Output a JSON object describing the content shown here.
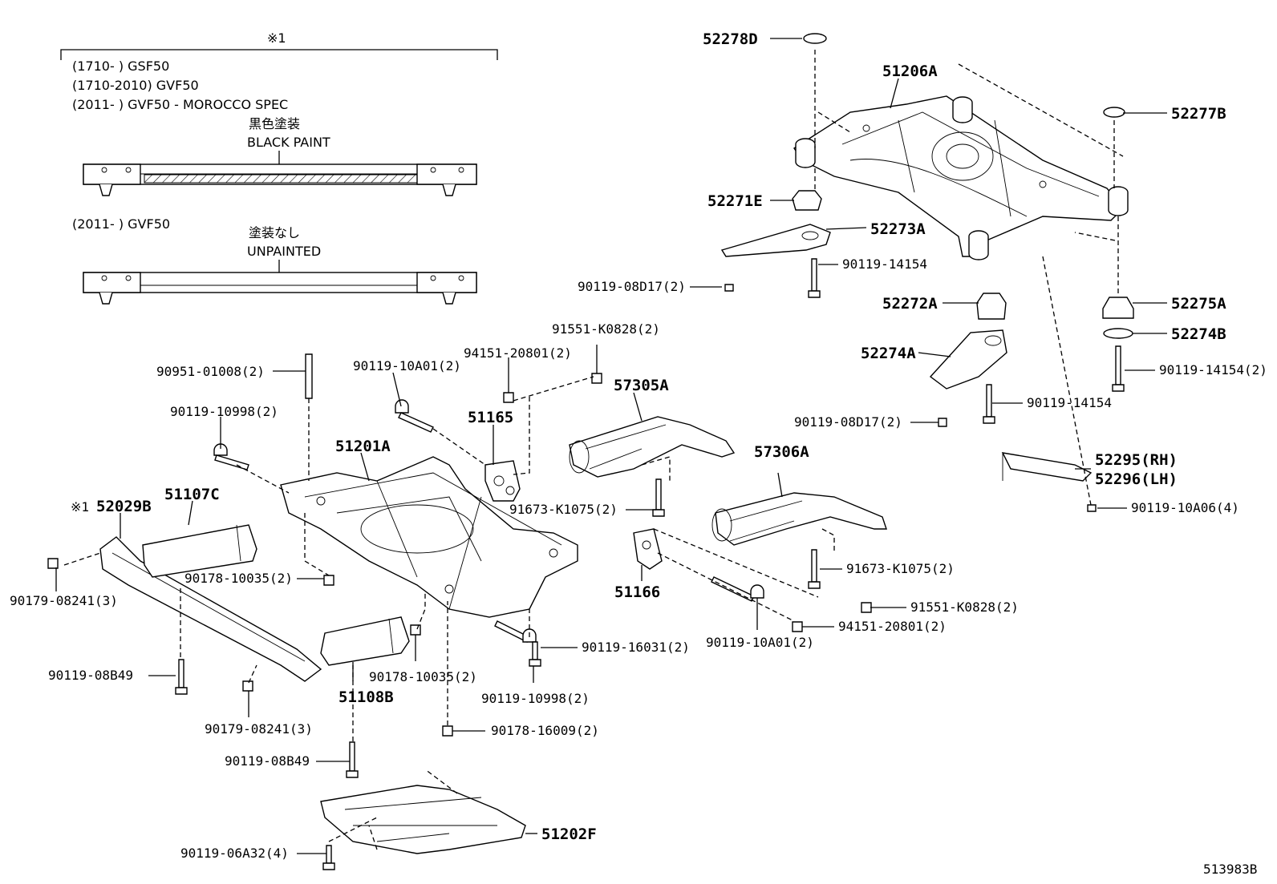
{
  "diagram_id": "513983B",
  "note_block": {
    "ref_mark": "※1",
    "lines": [
      "(1710-      ) GSF50",
      "(1710-2010) GVF50",
      "(2011-      ) GVF50 - MOROCCO SPEC"
    ],
    "black_paint_jp": "黒色塗装",
    "black_paint_en": "BLACK PAINT",
    "line2": "(2011-      ) GVF50",
    "unpainted_jp": "塗装なし",
    "unpainted_en": "UNPAINTED"
  },
  "labels": {
    "p52278D": "52278D",
    "p51206A": "51206A",
    "p52277B": "52277B",
    "p52271E": "52271E",
    "p52273A": "52273A",
    "p90119_14154_a": "90119-14154",
    "p90119_08D17_a": "90119-08D17(2)",
    "p52272A": "52272A",
    "p52275A": "52275A",
    "p52274B": "52274B",
    "p52274A": "52274A",
    "p90119_14154_2": "90119-14154(2)",
    "p90119_14154_b": "90119-14154",
    "p90119_08D17_b": "90119-08D17(2)",
    "p52295": "52295(RH)",
    "p52296": "52296(LH)",
    "p90119_10A06": "90119-10A06(4)",
    "p91551_a": "91551-K0828(2)",
    "p94151_a": "94151-20801(2)",
    "p90119_10A01_a": "90119-10A01(2)",
    "p90951": "90951-01008(2)",
    "p57305A": "57305A",
    "p51165": "51165",
    "p90119_10998_a": "90119-10998(2)",
    "p51201A": "51201A",
    "p57306A": "57306A",
    "p52029B_mark": "※1",
    "p52029B": "52029B",
    "p51107C": "51107C",
    "p91673_a": "91673-K1075(2)",
    "p51166": "51166",
    "p90179_a": "90179-08241(3)",
    "p90178_a": "90178-10035(2)",
    "p91673_b": "91673-K1075(2)",
    "p91551_b": "91551-K0828(2)",
    "p94151_b": "94151-20801(2)",
    "p90119_16031": "90119-16031(2)",
    "p90119_10A01_b": "90119-10A01(2)",
    "p90119_08B49_a": "90119-08B49",
    "p90178_b": "90178-10035(2)",
    "p90119_10998_b": "90119-10998(2)",
    "p51108B": "51108B",
    "p90179_b": "90179-08241(3)",
    "p90178_16009": "90178-16009(2)",
    "p90119_08B49_b": "90119-08B49",
    "p51202F": "51202F",
    "p90119_06A32": "90119-06A32(4)"
  }
}
